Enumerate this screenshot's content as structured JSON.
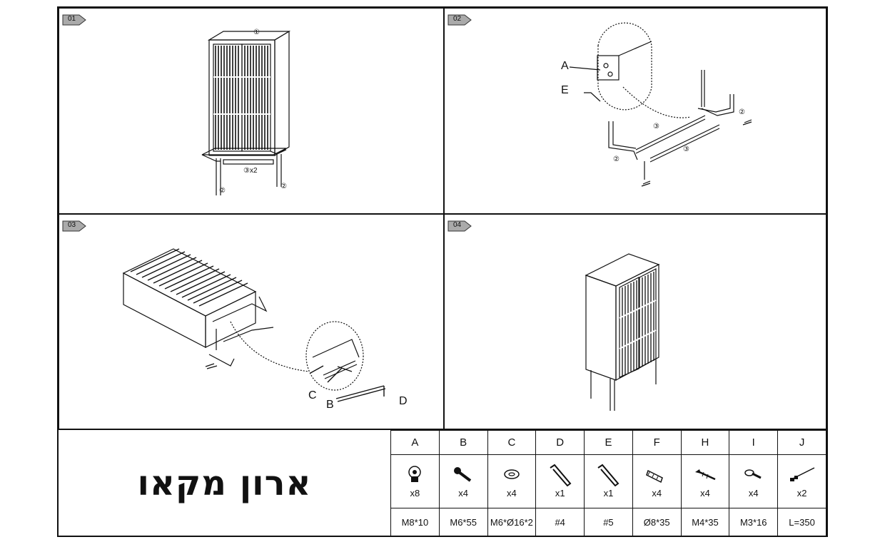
{
  "steps": [
    {
      "num": "01",
      "callouts": [
        "①",
        "③x2",
        "②",
        "②"
      ]
    },
    {
      "num": "02",
      "callouts": [
        "A",
        "E",
        "③",
        "②",
        "②",
        "③"
      ]
    },
    {
      "num": "03",
      "callouts": [
        "C",
        "B",
        "D"
      ]
    },
    {
      "num": "04"
    }
  ],
  "product_title": "ארון מקאו",
  "hardware": [
    {
      "letter": "A",
      "icon": "bolt-head-icon",
      "qty": "x8",
      "size": "M8*10"
    },
    {
      "letter": "B",
      "icon": "bolt-icon",
      "qty": "x4",
      "size": "M6*55"
    },
    {
      "letter": "C",
      "icon": "washer-icon",
      "qty": "x4",
      "size": "M6*Ø16*2"
    },
    {
      "letter": "D",
      "icon": "allen-key-icon",
      "qty": "x1",
      "size": "#4"
    },
    {
      "letter": "E",
      "icon": "allen-key-icon",
      "qty": "x1",
      "size": "#5"
    },
    {
      "letter": "F",
      "icon": "wall-plug-icon",
      "qty": "x4",
      "size": "Ø8*35"
    },
    {
      "letter": "H",
      "icon": "wood-screw-icon",
      "qty": "x4",
      "size": "M4*35"
    },
    {
      "letter": "I",
      "icon": "short-screw-icon",
      "qty": "x4",
      "size": "M3*16"
    },
    {
      "letter": "J",
      "icon": "anti-tip-strap-icon",
      "qty": "x2",
      "size": "L=350"
    }
  ]
}
